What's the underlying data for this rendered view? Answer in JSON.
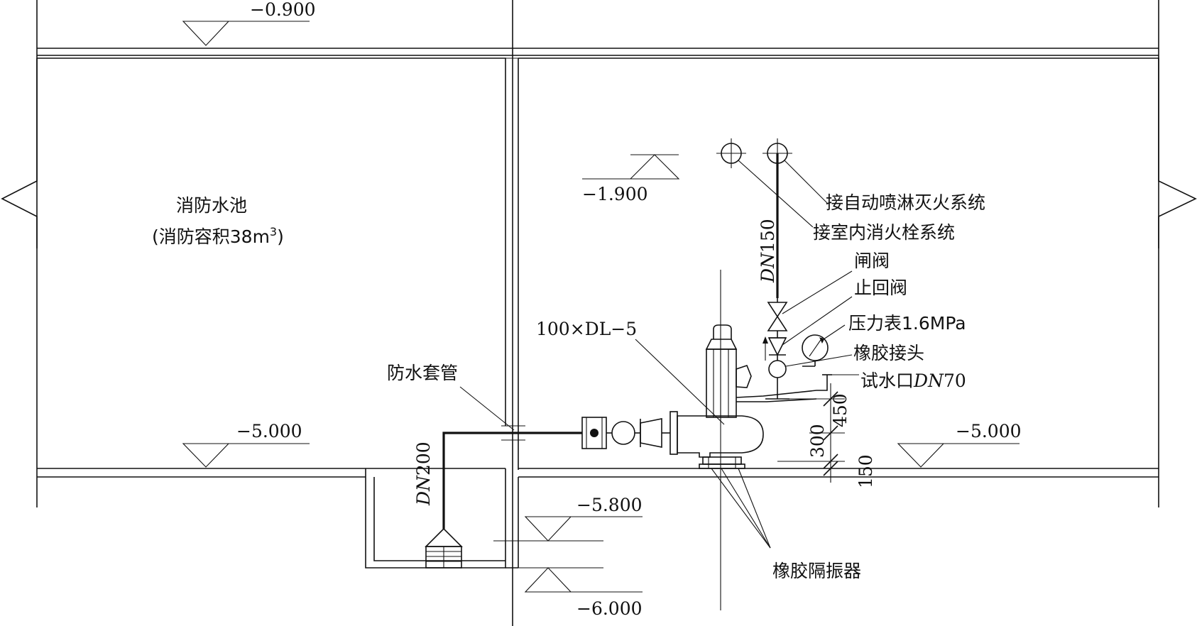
{
  "elevations": {
    "top": "−0.900",
    "upper": "−1.900",
    "floor_left": "−5.000",
    "floor_right": "−5.000",
    "pit_top": "−5.800",
    "pit_bottom": "−6.000"
  },
  "tank": {
    "name": "消防水池",
    "capacity_prefix": "(消防容积38m",
    "capacity_sup": "3",
    "capacity_suffix": ")"
  },
  "labels": {
    "sprinkler": "接自动喷淋灭火系统",
    "hydrant": "接室内消火栓系统",
    "gate_valve": "闸阀",
    "check_valve": "止回阀",
    "pressure_gauge": "压力表1.6MPa",
    "rubber_joint": "橡胶接头",
    "test_port_prefix": "试水口",
    "test_port_dn": "DN",
    "test_port_size": "70",
    "pump_model": "100×DL−5",
    "sleeve": "防水套管",
    "isolator": "橡胶隔振器"
  },
  "pipes": {
    "riser_dn": "DN",
    "riser_size": "150",
    "suction_dn": "DN",
    "suction_size": "200"
  },
  "dimensions": {
    "d450": "450",
    "d300": "300",
    "d150": "150"
  }
}
